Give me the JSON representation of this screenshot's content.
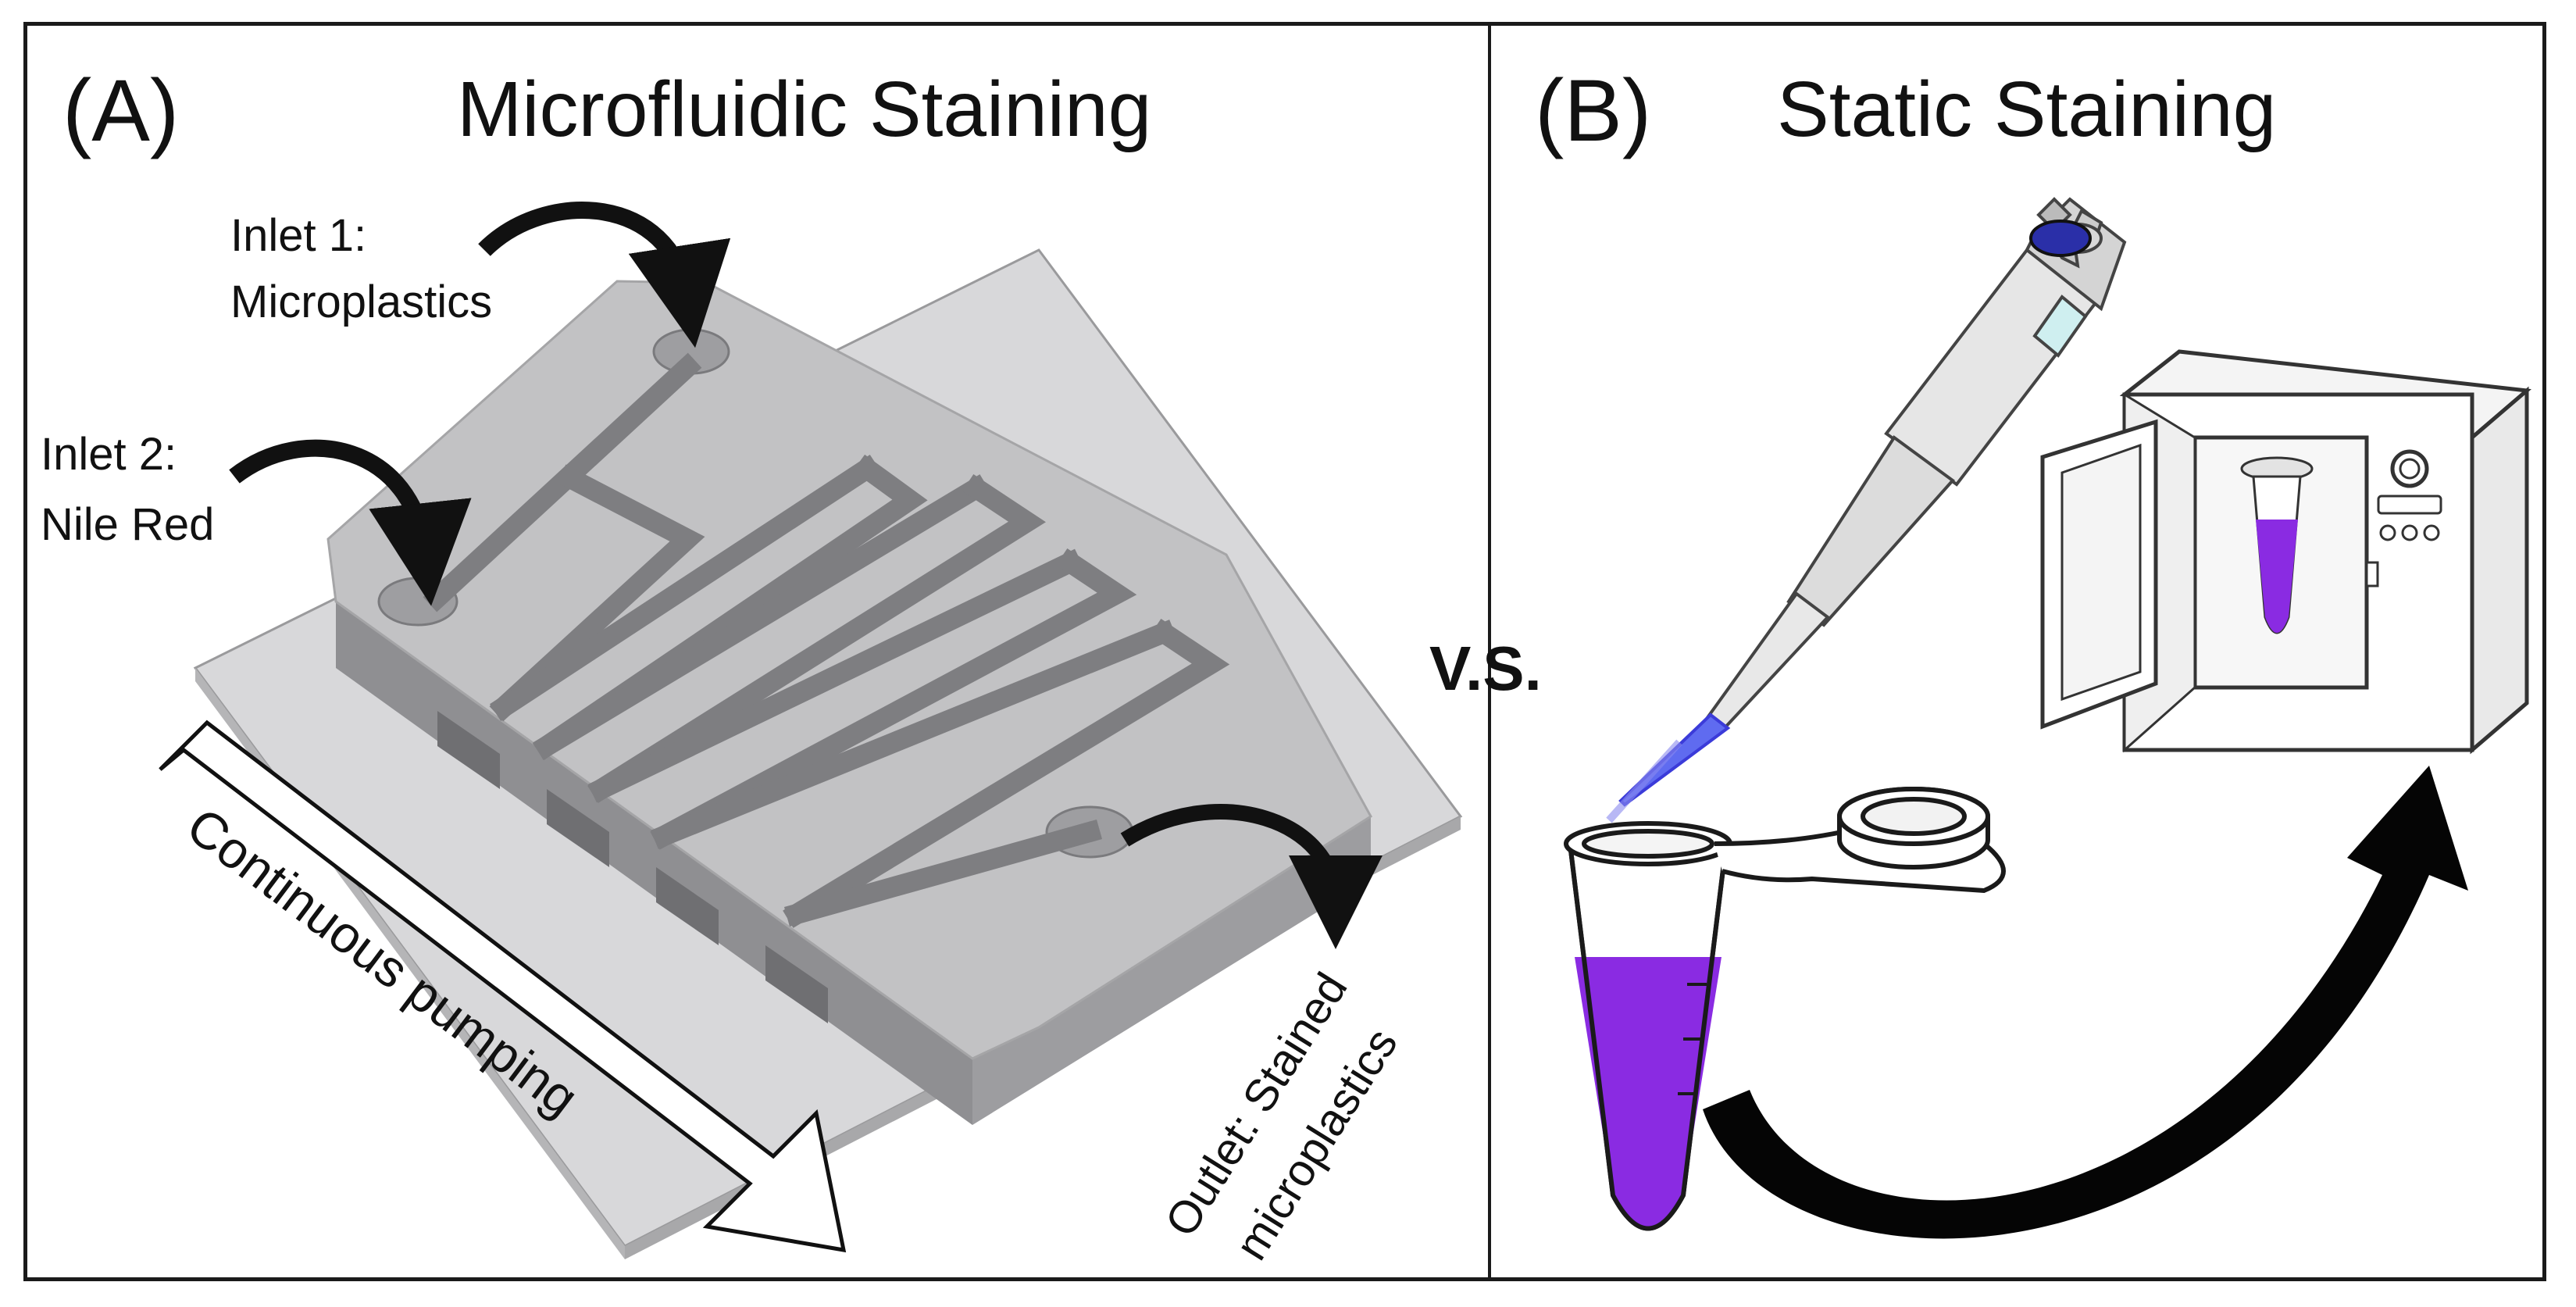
{
  "panel_a": {
    "letter": "(A)",
    "title": "Microfluidic Staining",
    "inlet1_line1": "Inlet 1:",
    "inlet1_line2": "Microplastics",
    "inlet2_line1": "Inlet 2:",
    "inlet2_line2": "Nile Red",
    "pump_label": "Continuous pumping",
    "outlet_line1": "Outlet: Stained",
    "outlet_line2": "microplastics"
  },
  "panel_b": {
    "letter": "(B)",
    "title": "Static Staining"
  },
  "vs_label": "V.S.",
  "colors": {
    "chip_top": "#bfbfc1",
    "chip_side": "#8e8e90",
    "glass": "#d6d6d8",
    "channel": "#7d7d80",
    "stain_purple": "#8a2be2",
    "pipette_tip_blue": "#3b3bd9",
    "outline": "#1a1a1a"
  }
}
